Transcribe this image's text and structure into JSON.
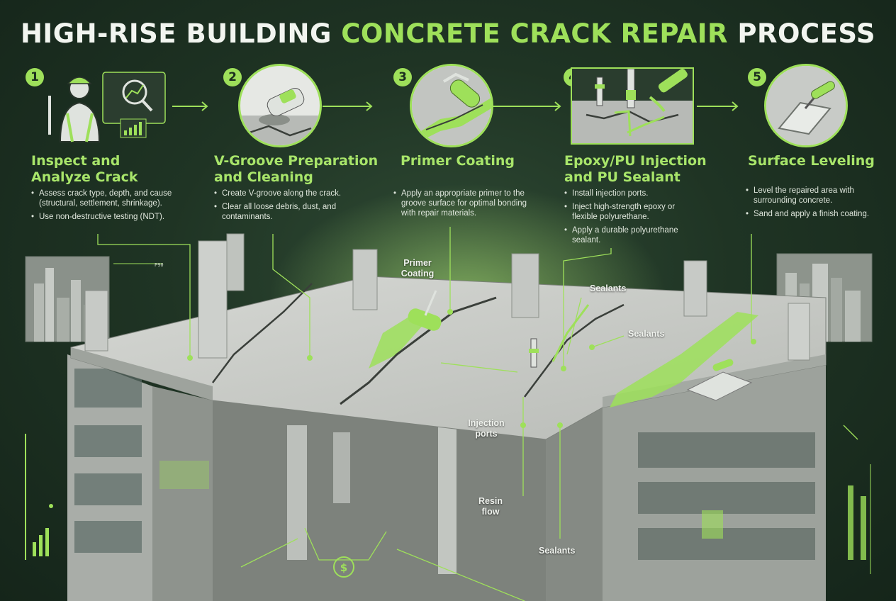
{
  "title": {
    "part1": "HIGH-RISE BUILDING ",
    "part2": "CONCRETE CRACK REPAIR",
    "part3": " PROCESS"
  },
  "steps": [
    {
      "number": "1",
      "title_line1": "Inspect and",
      "title_line2": "Analyze Crack",
      "bullets": [
        "Assess crack type, depth, and cause (structural, settlement, shrinkage).",
        "Use non-destructive testing (NDT)."
      ],
      "icon": "inspector-icon"
    },
    {
      "number": "2",
      "title_line1": "V-Groove Preparation",
      "title_line2": "and Cleaning",
      "bullets": [
        "Create V-groove along the crack.",
        "Clear all loose debris, dust, and contaminants."
      ],
      "icon": "angle-grinder-icon"
    },
    {
      "number": "3",
      "title_line1": "Primer Coating",
      "title_line2": "",
      "bullets": [
        "Apply an appropriate primer to the groove surface for optimal bonding with repair materials."
      ],
      "icon": "paint-roller-icon"
    },
    {
      "number": "4",
      "title_line1": "Epoxy/PU Injection",
      "title_line2": "and PU Sealant",
      "bullets": [
        "Install injection ports.",
        "Inject high-strength epoxy or flexible polyurethane.",
        "Apply a durable polyurethane sealant."
      ],
      "icon": "injection-port-icon"
    },
    {
      "number": "5",
      "title_line1": "Surface Leveling",
      "title_line2": "",
      "bullets": [
        "Level the repaired area with surrounding concrete.",
        "Sand and apply a finish coating."
      ],
      "icon": "trowel-icon"
    }
  ],
  "callouts": {
    "primer_coating": "Primer Coating",
    "sealants_top": "Sealants",
    "sealants_mid": "Sealants",
    "injection_ports": "Injection ports",
    "resin_flow": "Resin flow",
    "sealants_bottom": "Sealants"
  },
  "decor": {
    "small_label": "P90",
    "currency_symbol": "$"
  },
  "colors": {
    "accent": "#9ee05a",
    "background": "#1f3424",
    "concrete": "#c9ccc8"
  }
}
